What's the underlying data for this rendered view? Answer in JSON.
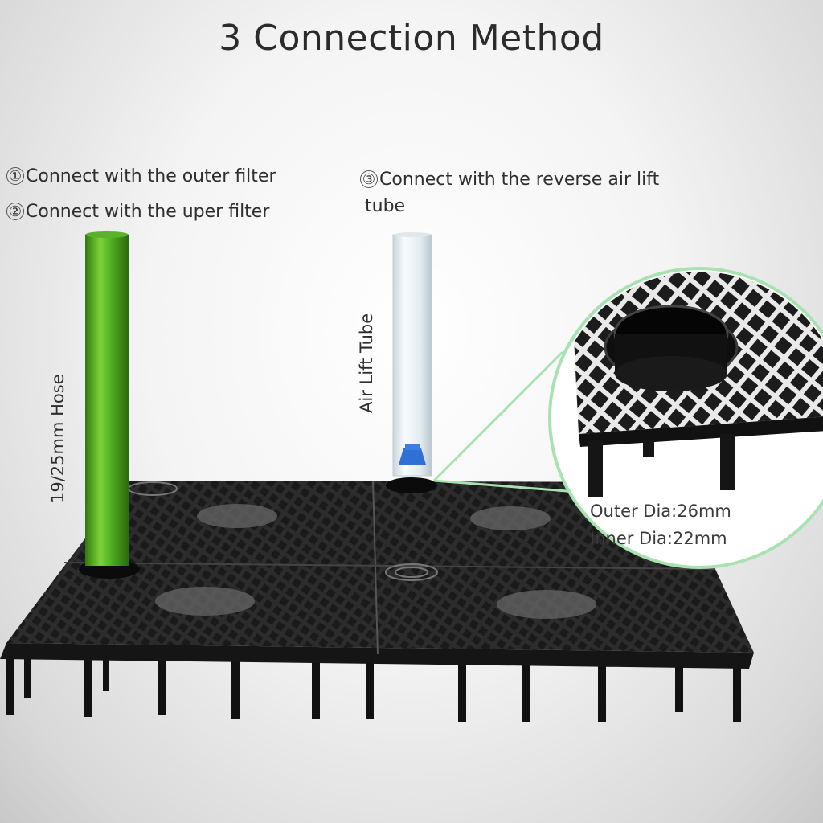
{
  "title": "3 Connection Method",
  "methods": [
    {
      "number": "①",
      "text": "Connect with the outer filter"
    },
    {
      "number": "②",
      "text": "Connect with the uper filter"
    },
    {
      "number": "③",
      "text": "Connect with the reverse air lift",
      "continuation": "tube"
    }
  ],
  "labels": {
    "hose": "19/25mm Hose",
    "air_lift": "Air Lift Tube",
    "outer_dia": "Outer Dia:26mm",
    "inner_dia": "Inner Dia:22mm"
  },
  "colors": {
    "plate": "#2a2a2a",
    "hose": "#4fae1f",
    "tube": "#e8eef2",
    "adapter": "#2f6fd6",
    "callout_ring": "#a8e2b0"
  }
}
